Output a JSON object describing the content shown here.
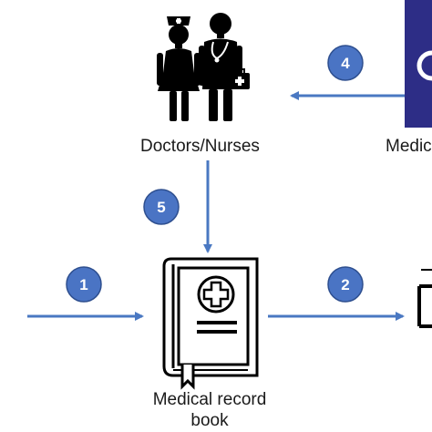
{
  "nodes": {
    "doctors_nurses": {
      "label": "Doctors/Nurses"
    },
    "medical_record_book": {
      "label_line1": "Medical record",
      "label_line2": "book"
    },
    "medical_partial": {
      "label": "Medic"
    }
  },
  "steps": [
    "1",
    "2",
    "4",
    "5"
  ],
  "colors": {
    "arrow": "#4a78c2",
    "step_circle": "#4a74c4",
    "step_circle_border": "#2e4f8f",
    "icon": "#000000",
    "panel_navy": "#2d2d86"
  }
}
